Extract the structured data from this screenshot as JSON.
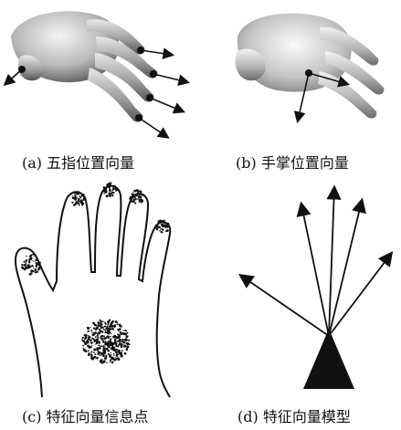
{
  "panels": [
    {
      "id": "a",
      "caption": "(a) 五指位置向量"
    },
    {
      "id": "b",
      "caption": "(b) 手掌位置向量"
    },
    {
      "id": "c",
      "caption": "(c) 特征向量信息点"
    },
    {
      "id": "d",
      "caption": "(d) 特征向量模型"
    }
  ],
  "colors": {
    "ink": "#111111",
    "hand_light": "#f2f2f2",
    "hand_dark": "#5a5a5a"
  }
}
